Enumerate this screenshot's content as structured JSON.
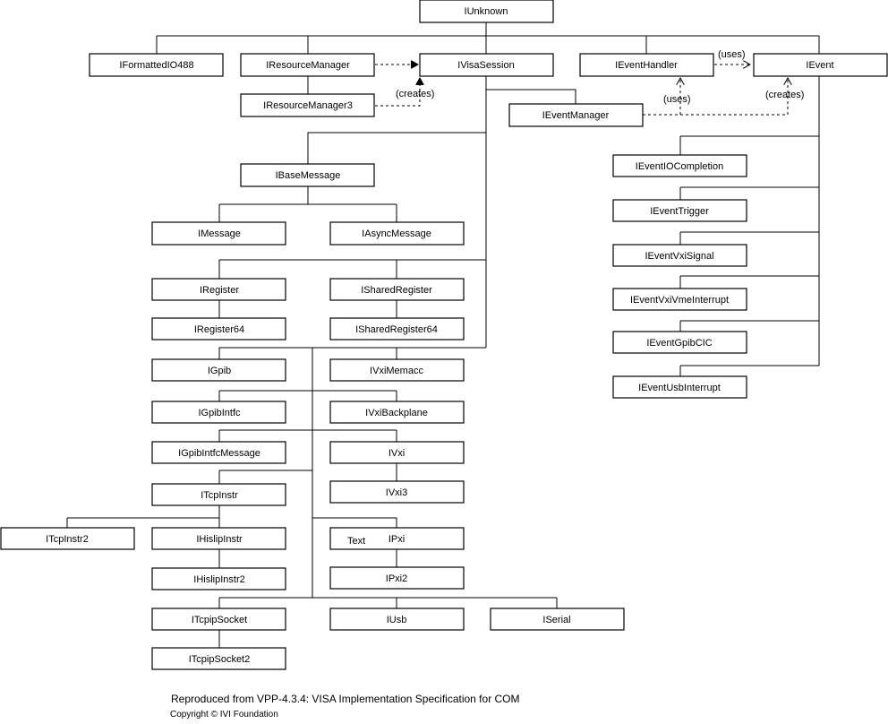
{
  "interfaces": {
    "iunknown": "IUnknown",
    "iformattedio488": "IFormattedIO488",
    "iresourcemanager": "IResourceManager",
    "iresourcemanager3": "IResourceManager3",
    "ivisasession": "IVisaSession",
    "ieventhandler": "IEventHandler",
    "ievent": "IEvent",
    "ieventmanager": "IEventManager",
    "ibasemessage": "IBaseMessage",
    "imessage": "IMessage",
    "iasyncmessage": "IAsyncMessage",
    "iregister": "IRegister",
    "isharedregister": "ISharedRegister",
    "iregister64": "IRegister64",
    "isharedregister64": "ISharedRegister64",
    "igpib": "IGpib",
    "ivximemacc": "IVxiMemacc",
    "igpibintfc": "IGpibIntfc",
    "ivxibackplane": "IVxiBackplane",
    "igpibintfcmessage": "IGpibIntfcMessage",
    "ivxi": "IVxi",
    "ivxi3": "IVxi3",
    "itcpinstr": "ITcpInstr",
    "itcpinstr2": "ITcpInstr2",
    "ihislipinstr": "IHislipInstr",
    "ihislipinstr2": "IHislipInstr2",
    "ipxi": "IPxi",
    "ipxi2": "IPxi2",
    "itcpipsocket": "ITcpipSocket",
    "itcpipsocket2": "ITcpipSocket2",
    "iusb": "IUsb",
    "iserial": "ISerial",
    "ieventiocompletion": "IEventIOCompletion",
    "ieventtrigger": "IEventTrigger",
    "ieventvxisignal": "IEventVxiSignal",
    "ieventvxivmeinterrupt": "IEventVxiVmeInterrupt",
    "ieventgpibcic": "IEventGpibCIC",
    "ieventusbinterrupt": "IEventUsbInterrupt"
  },
  "relations": {
    "creates_resource_manager": "(creates)",
    "creates_event": "(creates)",
    "uses_handler_event": "(uses)",
    "uses_manager_handler": "(uses)"
  },
  "stray_text": "Text",
  "footer": {
    "source": "Reproduced from VPP-4.3.4: VISA Implementation Specification for COM",
    "copyright": "Copyright © IVI Foundation"
  }
}
